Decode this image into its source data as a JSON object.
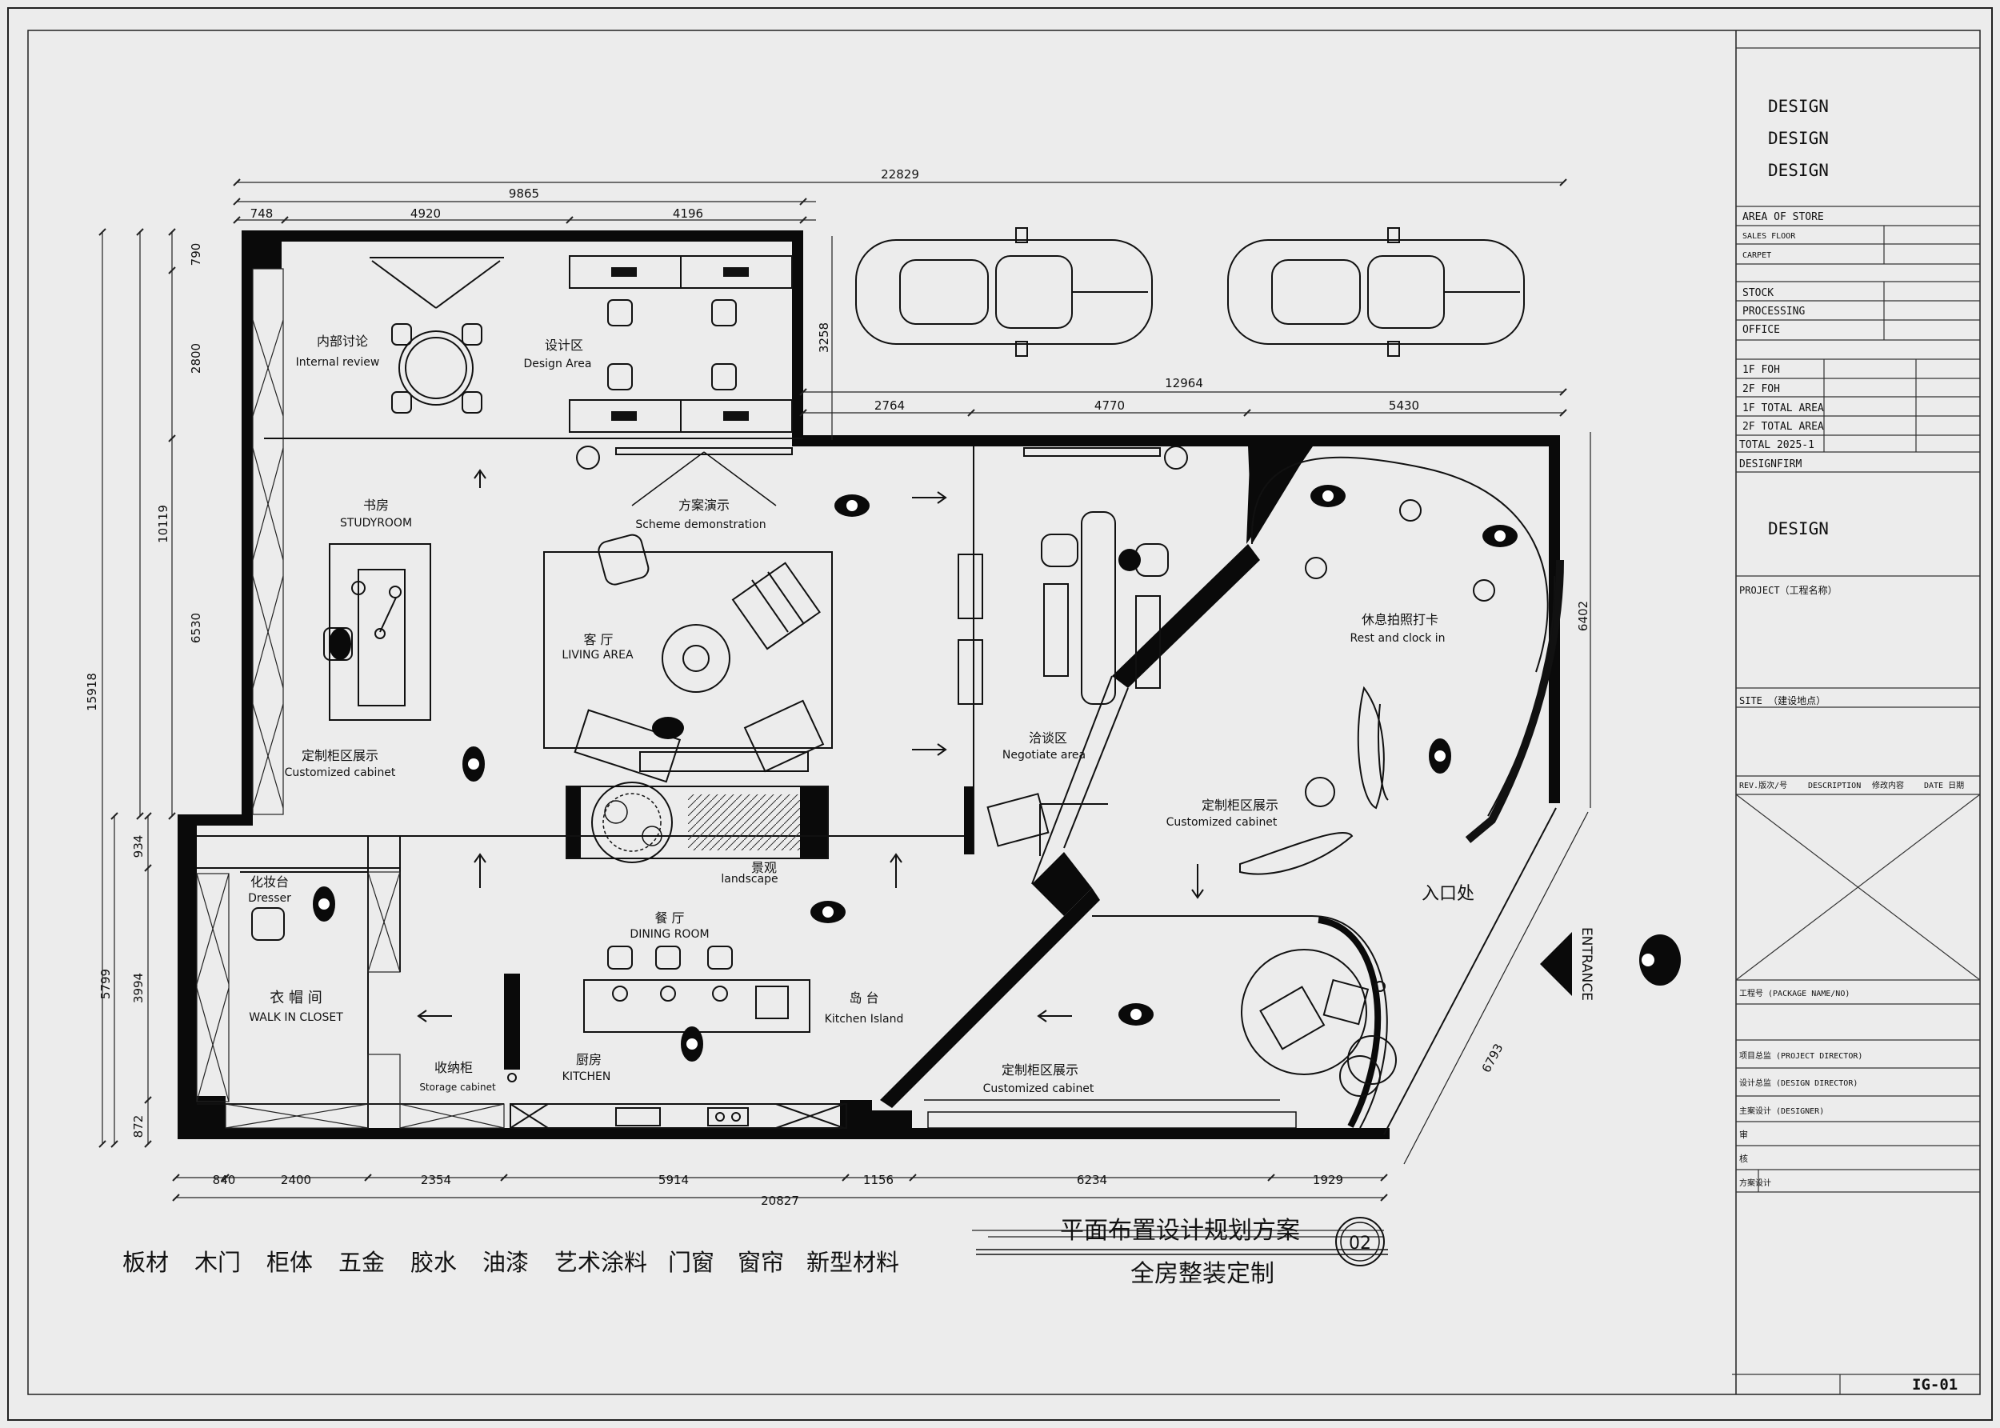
{
  "overall_dimensions": {
    "top_total": "22829",
    "top_left_block": "9865",
    "top_segments": [
      "748",
      "4920",
      "4196"
    ],
    "parking_width": "12964",
    "right_segments": [
      "2764",
      "4770",
      "5430"
    ],
    "left_total": "15918",
    "left_upper_total": "10119",
    "left_upper_segments": [
      "790",
      "2800",
      "6530"
    ],
    "left_lower_total": "5799",
    "left_lower_segments": [
      "934",
      "3994",
      "872"
    ],
    "inner_right_height": "3258",
    "right_side_height": "6402",
    "diagonal_side": "6793",
    "bottom_total": "20827",
    "bottom_segments": [
      "840",
      "2400",
      "2354",
      "5914",
      "1156",
      "6234",
      "1929"
    ]
  },
  "rooms": {
    "internal_review": {
      "cn": "内部讨论",
      "en": "Internal review"
    },
    "design_area": {
      "cn": "设计区",
      "en": "Design Area"
    },
    "studyroom": {
      "cn": "书房",
      "en": "STUDYROOM"
    },
    "scheme_demo": {
      "cn": "方案演示",
      "en": "Scheme demonstration"
    },
    "living_area": {
      "cn": "客 厅",
      "en": "LIVING AREA"
    },
    "cabinet_left": {
      "cn": "定制柜区展示",
      "en": "Customized cabinet"
    },
    "negotiate": {
      "cn": "洽谈区",
      "en": "Negotiate area"
    },
    "rest_clock": {
      "cn": "休息拍照打卡",
      "en": "Rest and clock in"
    },
    "cabinet_mid": {
      "cn": "定制柜区展示",
      "en": "Customized cabinet"
    },
    "entrance_cn": "入口处",
    "entrance_en": "ENTRANCE",
    "landscape": {
      "cn": "景观",
      "en": "landscape"
    },
    "dresser": {
      "cn": "化妆台",
      "en": "Dresser"
    },
    "dining": {
      "cn": "餐 厅",
      "en": "DINING ROOM"
    },
    "island": {
      "cn": "岛 台",
      "en": "Kitchen Island"
    },
    "closet": {
      "cn": "衣 帽 间",
      "en": "WALK IN CLOSET"
    },
    "storage": {
      "cn": "收纳柜",
      "en": "Storage cabinet"
    },
    "kitchen": {
      "cn": "厨房",
      "en": "KITCHEN"
    },
    "cabinet_bottom": {
      "cn": "定制柜区展示",
      "en": "Customized cabinet"
    }
  },
  "title_block": {
    "brand_lines": [
      "DESIGN",
      "DESIGN",
      "DESIGN"
    ],
    "area_rows": [
      "AREA OF STORE",
      "SALES FLOOR",
      "CARPET"
    ],
    "stock_rows": [
      "STOCK",
      "PROCESSING",
      "OFFICE"
    ],
    "floor_rows": [
      "1F FOH",
      "2F FOH",
      "1F TOTAL AREA",
      "2F TOTAL AREA",
      "TOTAL 2025-1",
      "DESIGNFIRM"
    ],
    "design_label": "DESIGN",
    "project_label": "PROJECT（工程名称）",
    "site_label": "SITE （建设地点）",
    "revision_header": [
      "REV.版次/号",
      "DESCRIPTION",
      "修改内容",
      "DATE 日期"
    ],
    "package_label": "工程号 (PACKAGE NAME/NO)",
    "project_director": "项目总监 (PROJECT DIRECTOR)",
    "design_director": "设计总监 (DESIGN DIRECTOR)",
    "main_designer": "主案设计 (DESIGNER)",
    "small_rows": [
      "审",
      "核",
      "方案设计"
    ],
    "sheet_code": "IG-01"
  },
  "plan_title": {
    "main": "平面布置设计规划方案",
    "sub": "全房整装定制",
    "number": "02"
  },
  "materials": [
    "板材",
    "木门",
    "柜体",
    "五金",
    "胶水",
    "油漆",
    "艺术涂料",
    "门窗",
    "窗帘",
    "新型材料"
  ]
}
